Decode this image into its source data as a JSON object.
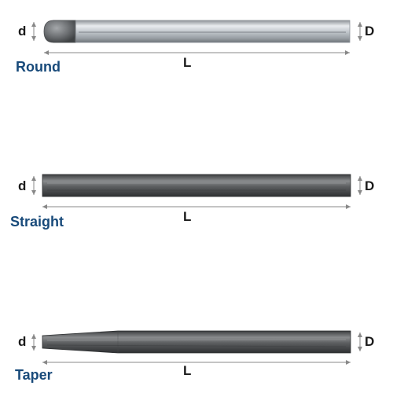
{
  "tools": [
    {
      "name": "Round",
      "small_diameter_label": "d",
      "large_diameter_label": "D",
      "length_label": "L"
    },
    {
      "name": "Straight",
      "small_diameter_label": "d",
      "large_diameter_label": "D",
      "length_label": "L"
    },
    {
      "name": "Taper",
      "small_diameter_label": "d",
      "large_diameter_label": "D",
      "length_label": "L"
    }
  ],
  "colors": {
    "label_blue": "#184a7a",
    "dimension_line": "#888888",
    "round_shank": "#c9ced3",
    "dark_shank": "#5e6062"
  }
}
